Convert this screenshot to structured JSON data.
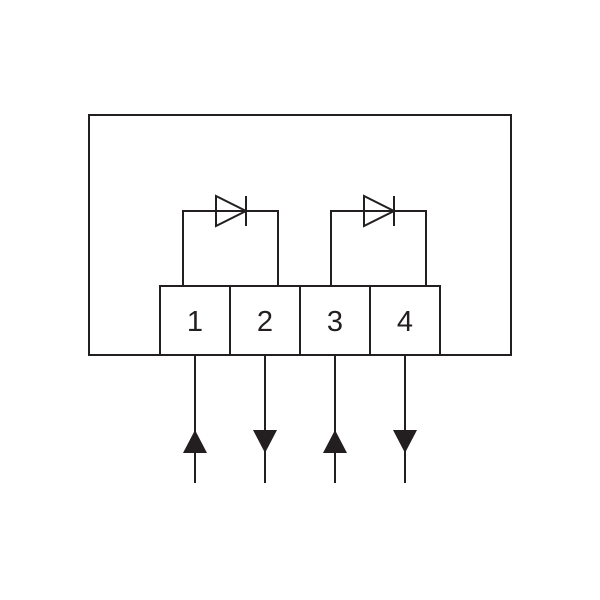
{
  "diagram": {
    "terminals": [
      {
        "label": "1",
        "signal": "input"
      },
      {
        "label": "2",
        "signal": "output"
      },
      {
        "label": "3",
        "signal": "input"
      },
      {
        "label": "4",
        "signal": "output"
      }
    ],
    "diodes": [
      {
        "anode_terminal": "1",
        "cathode_terminal": "2"
      },
      {
        "anode_terminal": "3",
        "cathode_terminal": "4"
      }
    ],
    "colors": {
      "line": "#231f20",
      "background": "#ffffff"
    }
  }
}
